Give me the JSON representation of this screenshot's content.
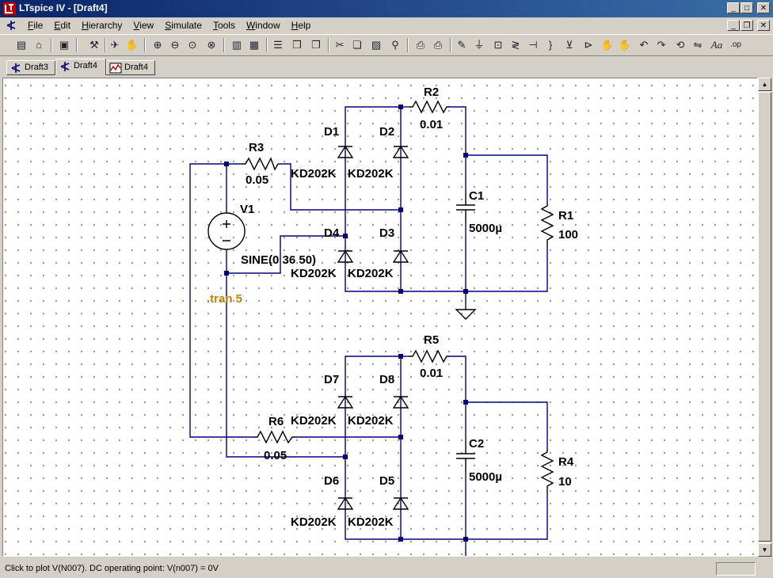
{
  "window": {
    "title": "LTspice IV - [Draft4]"
  },
  "menu": [
    "File",
    "Edit",
    "Hierarchy",
    "View",
    "Simulate",
    "Tools",
    "Window",
    "Help"
  ],
  "tabs": [
    {
      "label": "Draft3",
      "icon": "schematic-icon"
    },
    {
      "label": "Draft4",
      "icon": "schematic-icon",
      "active": true
    },
    {
      "label": "Draft4",
      "icon": "waveform-icon"
    }
  ],
  "toolbar_icons": [
    "new-schematic-icon",
    "open-icon",
    "save-icon",
    "control-panel-icon",
    "run-icon",
    "halt-icon",
    "zoom-in-icon",
    "zoom-out-icon",
    "zoom-fit-icon",
    "zoom-cancel-icon",
    "autorange-icon",
    "netlist-icon",
    "tile-horizontal-icon",
    "cascade-icon",
    "tile-vertical-icon",
    "cut-icon",
    "copy-icon",
    "paste-icon",
    "find-icon",
    "print-preview-icon",
    "print-icon",
    "draw-wire-icon",
    "ground-icon",
    "label-net-icon",
    "resistor-icon",
    "capacitor-icon",
    "inductor-icon",
    "diode-icon",
    "component-icon",
    "move-icon",
    "drag-icon",
    "undo-icon",
    "redo-icon",
    "rotate-icon",
    "mirror-icon",
    "text-icon",
    "spice-directive-icon"
  ],
  "schematic": {
    "components": {
      "R1": {
        "name": "R1",
        "value": "100"
      },
      "R2": {
        "name": "R2",
        "value": "0.01"
      },
      "R3": {
        "name": "R3",
        "value": "0.05"
      },
      "R4": {
        "name": "R4",
        "value": "10"
      },
      "R5": {
        "name": "R5",
        "value": "0.01"
      },
      "R6": {
        "name": "R6",
        "value": "0.05"
      },
      "C1": {
        "name": "C1",
        "value": "5000µ"
      },
      "C2": {
        "name": "C2",
        "value": "5000µ"
      },
      "V1": {
        "name": "V1",
        "value": "SINE(0 36 50)"
      },
      "D1": {
        "name": "D1",
        "value": "KD202K"
      },
      "D2": {
        "name": "D2",
        "value": "KD202K"
      },
      "D3": {
        "name": "D3",
        "value": "KD202K"
      },
      "D4": {
        "name": "D4",
        "value": "KD202K"
      },
      "D5": {
        "name": "D5",
        "value": "KD202K"
      },
      "D6": {
        "name": "D6",
        "value": "KD202K"
      },
      "D7": {
        "name": "D7",
        "value": "KD202K"
      },
      "D8": {
        "name": "D8",
        "value": "KD202K"
      }
    },
    "directive": ".tran 5",
    "colors": {
      "wire": "#00007f",
      "component": "#00007f",
      "directive": "#b8860b",
      "grid": "#7a7a7a"
    }
  },
  "status": {
    "text": "Click to plot V(N007).  DC operating point: V(n007) = 0V"
  }
}
